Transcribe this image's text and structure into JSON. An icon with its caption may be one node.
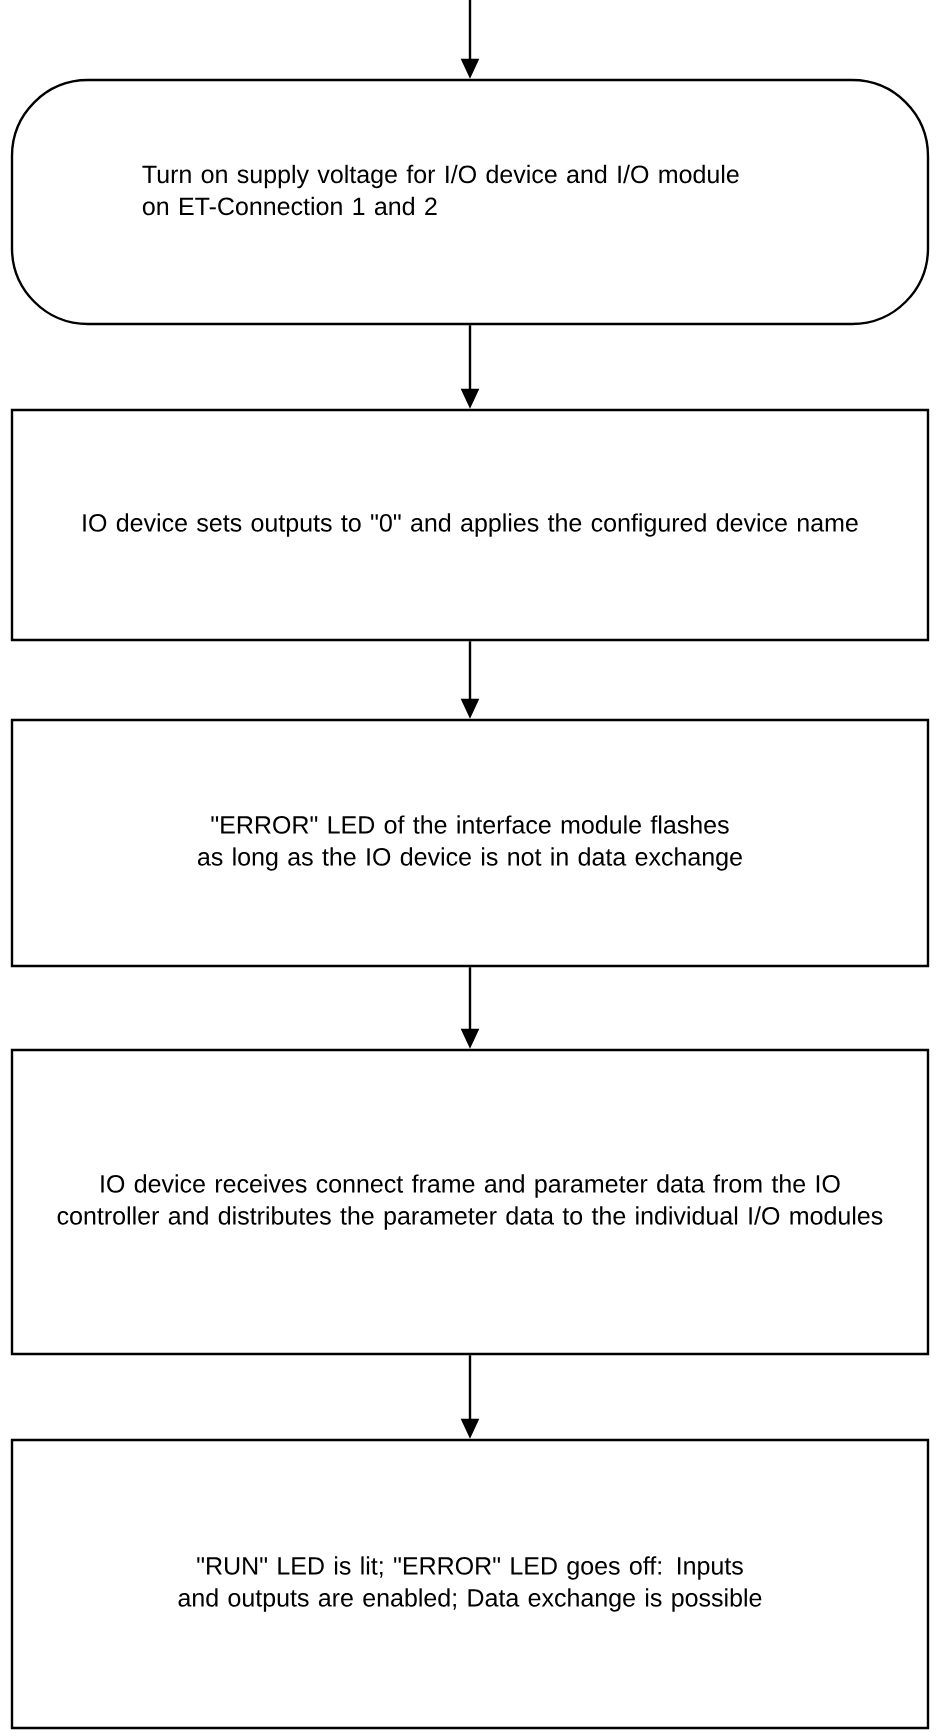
{
  "diagram": {
    "nodes": [
      {
        "text": [
          "Turn on supply voltage for I/O device and I/O module on ET-Connection 1 and 2"
        ]
      },
      {
        "text": [
          "IO device sets outputs to \"0\" and applies the configured device name"
        ]
      },
      {
        "text": [
          "\"ERROR\" LED of the interface module flashes as long as the IO device is not in data exchange"
        ]
      },
      {
        "text": [
          "IO device receives connect frame and parameter data from the IO controller and distributes the parameter data to the individual I/O modules"
        ]
      },
      {
        "text": [
          "\"RUN\" LED is lit; \"ERROR\" LED goes off: Inputs and outputs are enabled; Data exchange is possible"
        ]
      }
    ],
    "edges": [
      {
        "from": null,
        "to": 0,
        "arrow": "to"
      },
      {
        "from": 0,
        "to": 1,
        "arrow": "to"
      },
      {
        "from": 1,
        "to": 2,
        "arrow": "to"
      },
      {
        "from": 2,
        "to": 3,
        "arrow": "to"
      },
      {
        "from": 3,
        "to": 4,
        "arrow": "to"
      }
    ]
  }
}
